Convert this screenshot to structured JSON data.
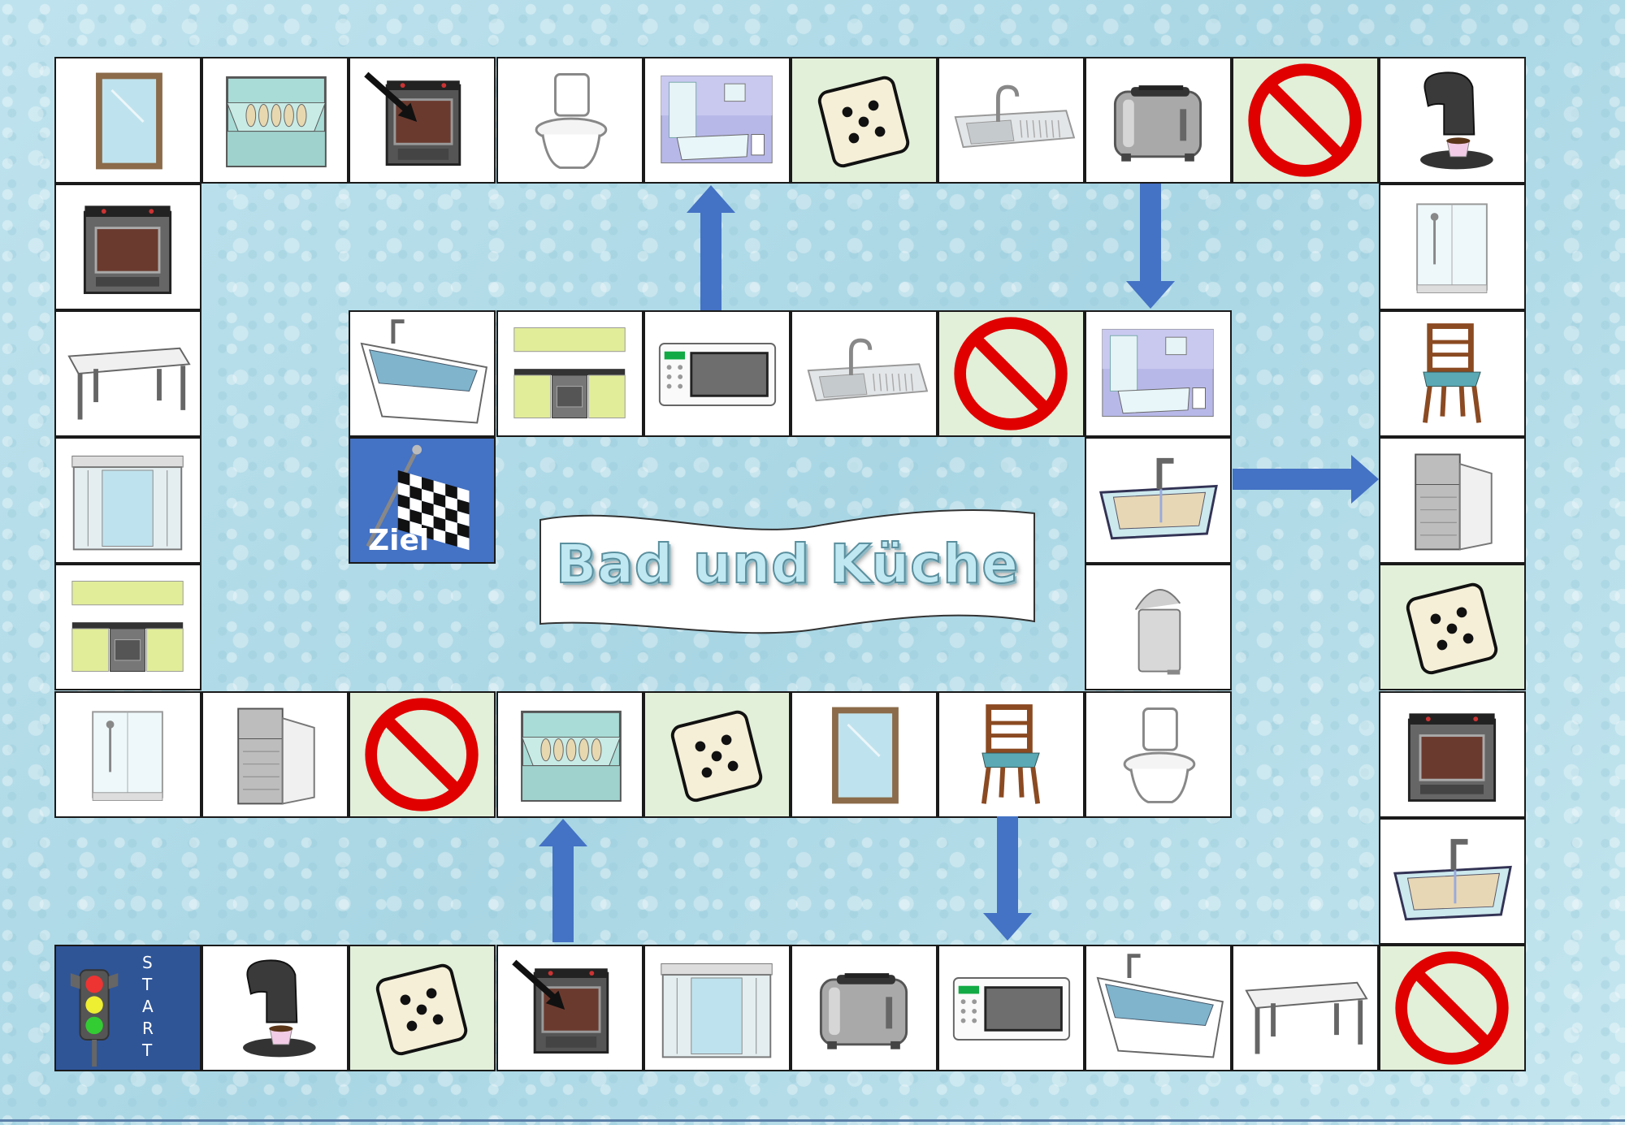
{
  "title": "Bad und Küche",
  "finish_label": "Ziel",
  "start_label": "START",
  "colors": {
    "cell_border": "#1a1a1a",
    "special_cell": "#e2efd9",
    "arrow": "#4472c4",
    "finish": "#4472c4",
    "start": "#2f5597",
    "no_sign": "#e00000"
  },
  "board_cells": [
    "traffic-light-start",
    "coffee-machine",
    "dice",
    "oven-with-arrow",
    "mirror-cabinet",
    "toaster",
    "microwave",
    "bathtub",
    "table",
    "no-entry",
    "washbasin",
    "stove",
    "dice",
    "refrigerator",
    "chair",
    "shower-cabin",
    "coffee-machine",
    "no-entry",
    "toaster",
    "sink",
    "dice",
    "bathroom",
    "toilet",
    "oven-with-arrow",
    "dishwasher",
    "mirror",
    "stove",
    "table",
    "mirror-cabinet",
    "kitchen",
    "shower-cabin",
    "refrigerator",
    "no-entry",
    "dishwasher",
    "dice",
    "mirror",
    "chair",
    "toilet",
    "pedal-bin",
    "washbasin",
    "bathroom",
    "no-entry",
    "sink",
    "microwave",
    "kitchen",
    "bathtub",
    "finish-flag"
  ]
}
